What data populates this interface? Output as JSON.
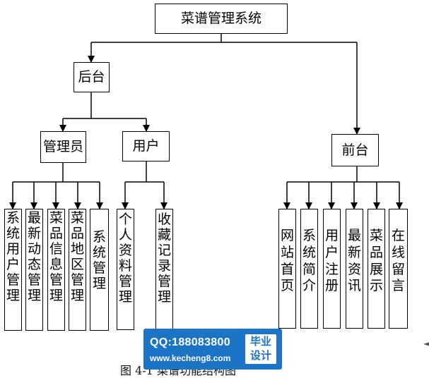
{
  "diagram": {
    "root": "菜谱管理系统",
    "backend": {
      "label": "后台",
      "admin": {
        "label": "管理员",
        "items": [
          "系统用户管理",
          "最新动态管理",
          "菜品信息管理",
          "菜品地区管理",
          "系统管理"
        ]
      },
      "user": {
        "label": "用户",
        "items": [
          "个人资料管理",
          "收藏记录管理"
        ]
      }
    },
    "frontend": {
      "label": "前台",
      "items": [
        "网站首页",
        "系统简介",
        "用户注册",
        "最新资讯",
        "菜品展示",
        "在线留言"
      ]
    },
    "caption": "图 4-1 菜谱功能结构图"
  },
  "watermark": {
    "qq": "QQ:188083800",
    "url": "www.kecheng8.com",
    "badge_line1": "毕业",
    "badge_line2": "设计"
  },
  "edge_mark": "◄",
  "colors": {
    "watermark_bg": "#1c74c7",
    "line": "#000000"
  }
}
